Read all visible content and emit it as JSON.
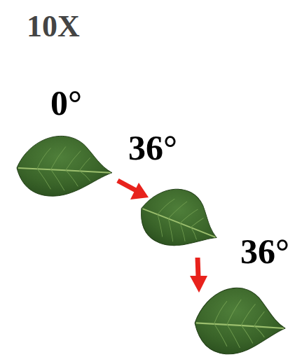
{
  "diagram": {
    "title": "10X",
    "labels": [
      "0°",
      "36°",
      "36°"
    ]
  }
}
